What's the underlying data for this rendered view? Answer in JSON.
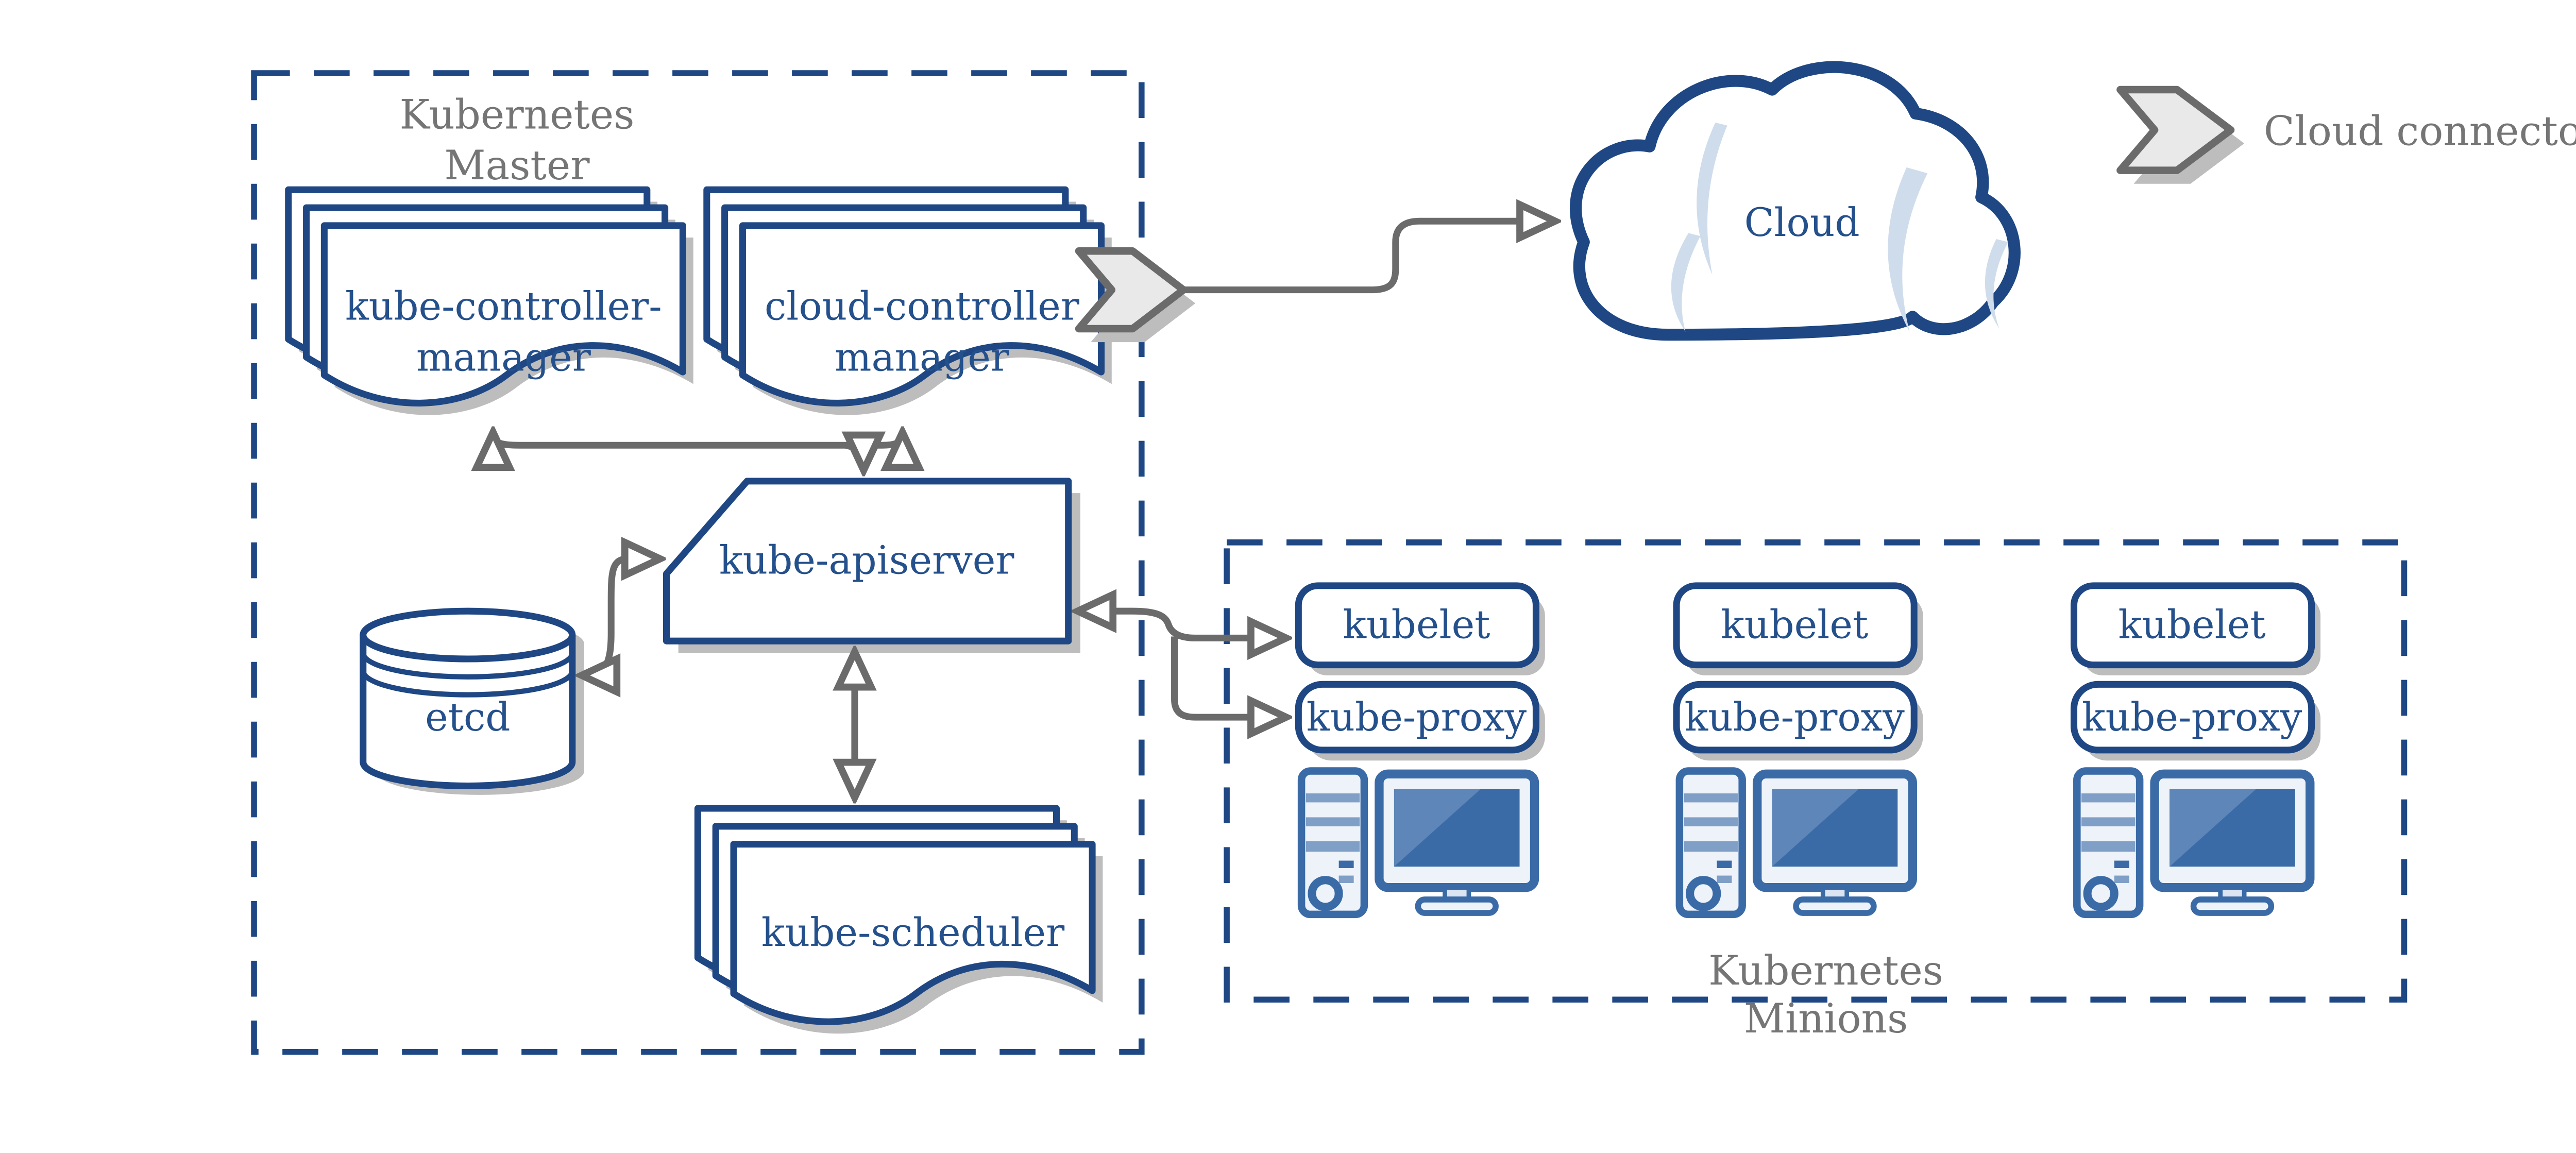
{
  "colors": {
    "blue": "#1e4784",
    "text_blue": "#24508c",
    "gray": "#6b6b6b",
    "text_gray": "#757575",
    "shadow": "#bdbdbd",
    "fill_light": "#eef3fa",
    "screen_blue": "#3a6ba6",
    "screen_highlight": "#5e86b8",
    "stripe_blue": "#7f9fc6",
    "crescent": "#cfdcec",
    "chevron_fill": "#e9e9e9",
    "white": "#ffffff"
  },
  "master": {
    "title": [
      "Kubernetes",
      "Master"
    ],
    "kube_controller_manager": [
      "kube-controller-",
      "manager"
    ],
    "cloud_controller_manager": [
      "cloud-controller",
      "manager"
    ],
    "kube_apiserver": "kube-apiserver",
    "etcd": "etcd",
    "kube_scheduler": "kube-scheduler"
  },
  "cloud_label": "Cloud",
  "legend": {
    "cloud_connector": "Cloud connector"
  },
  "minions": {
    "title": [
      "Kubernetes",
      "Minions"
    ],
    "nodes": [
      {
        "kubelet": "kubelet",
        "kube_proxy": "kube-proxy"
      },
      {
        "kubelet": "kubelet",
        "kube_proxy": "kube-proxy"
      },
      {
        "kubelet": "kubelet",
        "kube_proxy": "kube-proxy"
      }
    ]
  }
}
